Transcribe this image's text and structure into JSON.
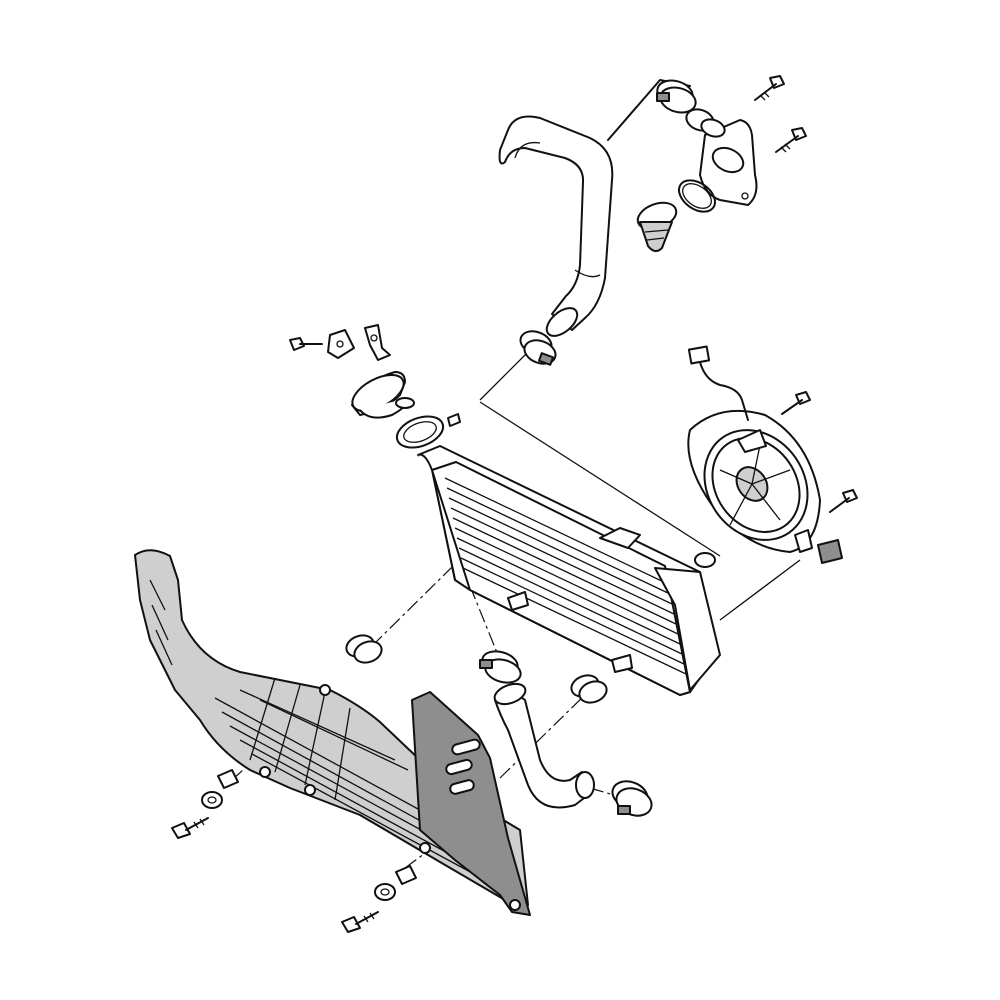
{
  "diagram": {
    "type": "exploded-parts-diagram",
    "colors": {
      "line": "#111111",
      "part_fill": "#ffffff",
      "shroud_fill": "#cfcfcf",
      "dark_fill": "#8e8e8e",
      "background": "#ffffff"
    },
    "parts": [
      "upper-radiator-hose",
      "hose-clamp",
      "thermostat-housing",
      "o-ring",
      "thermostat",
      "mounting-bolt",
      "radiator-cap",
      "filler-neck",
      "mounting-bracket",
      "radiator-core",
      "cooling-fan",
      "fan-connector",
      "rubber-grommet",
      "lower-radiator-hose",
      "radiator-shroud",
      "side-cover",
      "washer",
      "collar"
    ]
  }
}
